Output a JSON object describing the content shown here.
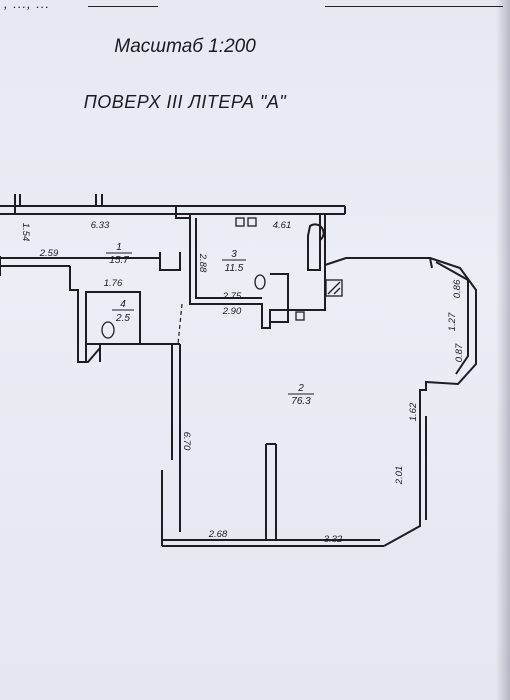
{
  "header_fragment": ", ..., ...",
  "scale": "Масштаб 1:200",
  "floor_title": "ПОВЕРХ III ЛІТЕРА \"А\"",
  "rooms": [
    {
      "number": "1",
      "area": "15.7"
    },
    {
      "number": "2",
      "area": "76.3"
    },
    {
      "number": "3",
      "area": "11.5"
    },
    {
      "number": "4",
      "area": "2.5"
    }
  ],
  "dimensions": [
    "1.54",
    "6.33",
    "4.61",
    "2.59",
    "2.88",
    "1.76",
    "2.75",
    "2.90",
    "0.86",
    "1.27",
    "0.87",
    "1.62",
    "6.70",
    "2.01",
    "2.68",
    "3.32"
  ]
}
